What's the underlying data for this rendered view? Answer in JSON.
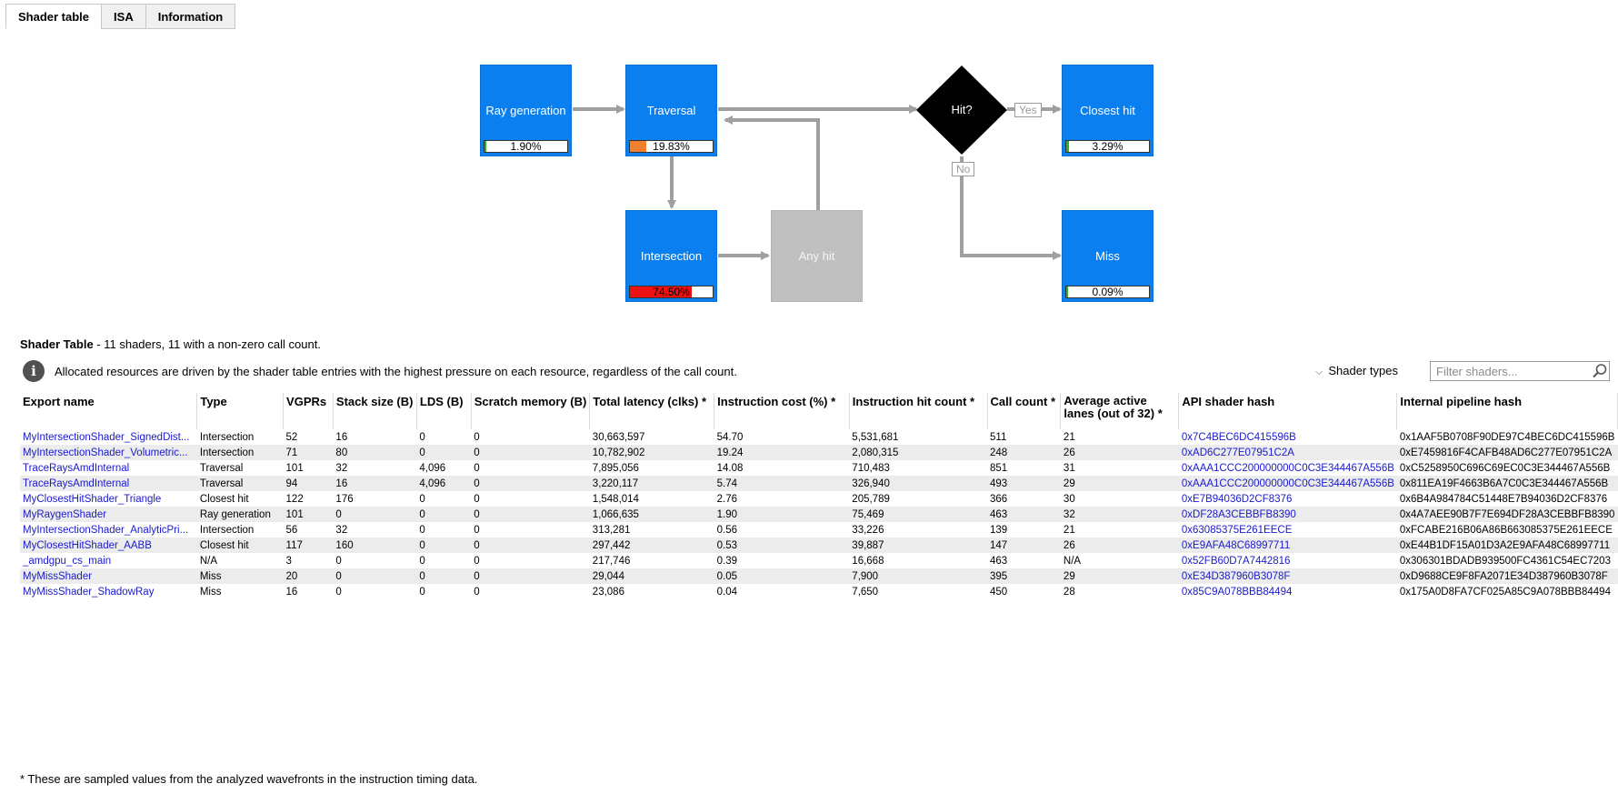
{
  "tabs": [
    {
      "label": "Shader table",
      "active": true
    },
    {
      "label": "ISA",
      "active": false
    },
    {
      "label": "Information",
      "active": false
    }
  ],
  "flow": {
    "ray_generation": {
      "label": "Ray generation",
      "percent": "1.90%",
      "fraction": 0.019,
      "bar_color": "#22b822"
    },
    "traversal": {
      "label": "Traversal",
      "percent": "19.83%",
      "fraction": 0.1983,
      "bar_color": "#f08030"
    },
    "intersection": {
      "label": "Intersection",
      "percent": "74.50%",
      "fraction": 0.745,
      "bar_color": "#ee1111"
    },
    "any_hit": {
      "label": "Any hit"
    },
    "hit_decision": {
      "label": "Hit?"
    },
    "yes_label": "Yes",
    "no_label": "No",
    "closest_hit": {
      "label": "Closest hit",
      "percent": "3.29%",
      "fraction": 0.0329,
      "bar_color": "#22b822"
    },
    "miss": {
      "label": "Miss",
      "percent": "0.09%",
      "fraction": 0.0009,
      "bar_color": "#22b822"
    }
  },
  "summary": {
    "title": "Shader Table",
    "subtitle": " - 11 shaders, 11 with a non-zero call count."
  },
  "info": {
    "icon": "info-icon",
    "text": "Allocated resources are driven by the shader table entries with the highest pressure on each resource, regardless of the call count."
  },
  "shader_types_label": "Shader types",
  "filter_placeholder": "Filter shaders...",
  "columns": [
    "Export name",
    "Type",
    "VGPRs",
    "Stack size (B)",
    "LDS (B)",
    "Scratch memory (B)",
    "Total latency (clks) *",
    "Instruction cost (%) *",
    "Instruction hit count *",
    "Call count *",
    "Average active lanes (out of 32) *",
    "API shader hash",
    "Internal pipeline hash"
  ],
  "rows": [
    [
      "MyIntersectionShader_SignedDist...",
      "Intersection",
      "52",
      "16",
      "0",
      "0",
      "30,663,597",
      "54.70",
      "5,531,681",
      "511",
      "21",
      "0x7C4BEC6DC415596B",
      "0x1AAF5B0708F90DE97C4BEC6DC415596B"
    ],
    [
      "MyIntersectionShader_Volumetric...",
      "Intersection",
      "71",
      "80",
      "0",
      "0",
      "10,782,902",
      "19.24",
      "2,080,315",
      "248",
      "26",
      "0xAD6C277E07951C2A",
      "0xE7459816F4CAFB48AD6C277E07951C2A"
    ],
    [
      "TraceRaysAmdInternal",
      "Traversal",
      "101",
      "32",
      "4,096",
      "0",
      "7,895,056",
      "14.08",
      "710,483",
      "851",
      "31",
      "0xAAA1CCC200000000C0C3E344467A556B",
      "0xC5258950C696C69EC0C3E344467A556B"
    ],
    [
      "TraceRaysAmdInternal",
      "Traversal",
      "94",
      "16",
      "4,096",
      "0",
      "3,220,117",
      "5.74",
      "326,940",
      "493",
      "29",
      "0xAAA1CCC200000000C0C3E344467A556B",
      "0x811EA19F4663B6A7C0C3E344467A556B"
    ],
    [
      "MyClosestHitShader_Triangle",
      "Closest hit",
      "122",
      "176",
      "0",
      "0",
      "1,548,014",
      "2.76",
      "205,789",
      "366",
      "30",
      "0xE7B94036D2CF8376",
      "0x6B4A984784C51448E7B94036D2CF8376"
    ],
    [
      "MyRaygenShader",
      "Ray generation",
      "101",
      "0",
      "0",
      "0",
      "1,066,635",
      "1.90",
      "75,469",
      "463",
      "32",
      "0xDF28A3CEBBFB8390",
      "0x4A7AEE90B7F7E694DF28A3CEBBFB8390"
    ],
    [
      "MyIntersectionShader_AnalyticPri...",
      "Intersection",
      "56",
      "32",
      "0",
      "0",
      "313,281",
      "0.56",
      "33,226",
      "139",
      "21",
      "0x63085375E261EECE",
      "0xFCABE216B06A86B663085375E261EECE"
    ],
    [
      "MyClosestHitShader_AABB",
      "Closest hit",
      "117",
      "160",
      "0",
      "0",
      "297,442",
      "0.53",
      "39,887",
      "147",
      "26",
      "0xE9AFA48C68997711",
      "0xE44B1DF15A01D3A2E9AFA48C68997711"
    ],
    [
      "_amdgpu_cs_main",
      "N/A",
      "3",
      "0",
      "0",
      "0",
      "217,746",
      "0.39",
      "16,668",
      "463",
      "N/A",
      "0x52FB60D7A7442816",
      "0x306301BDADB939500FC4361C54EC7203"
    ],
    [
      "MyMissShader",
      "Miss",
      "20",
      "0",
      "0",
      "0",
      "29,044",
      "0.05",
      "7,900",
      "395",
      "29",
      "0xE34D387960B3078F",
      "0xD9688CE9F8FA2071E34D387960B3078F"
    ],
    [
      "MyMissShader_ShadowRay",
      "Miss",
      "16",
      "0",
      "0",
      "0",
      "23,086",
      "0.04",
      "7,650",
      "450",
      "28",
      "0x85C9A078BBB84494",
      "0x175A0D8FA7CF025A85C9A078BBB84494"
    ]
  ],
  "footnote": "* These are sampled values from the analyzed wavefronts in the instruction timing data."
}
